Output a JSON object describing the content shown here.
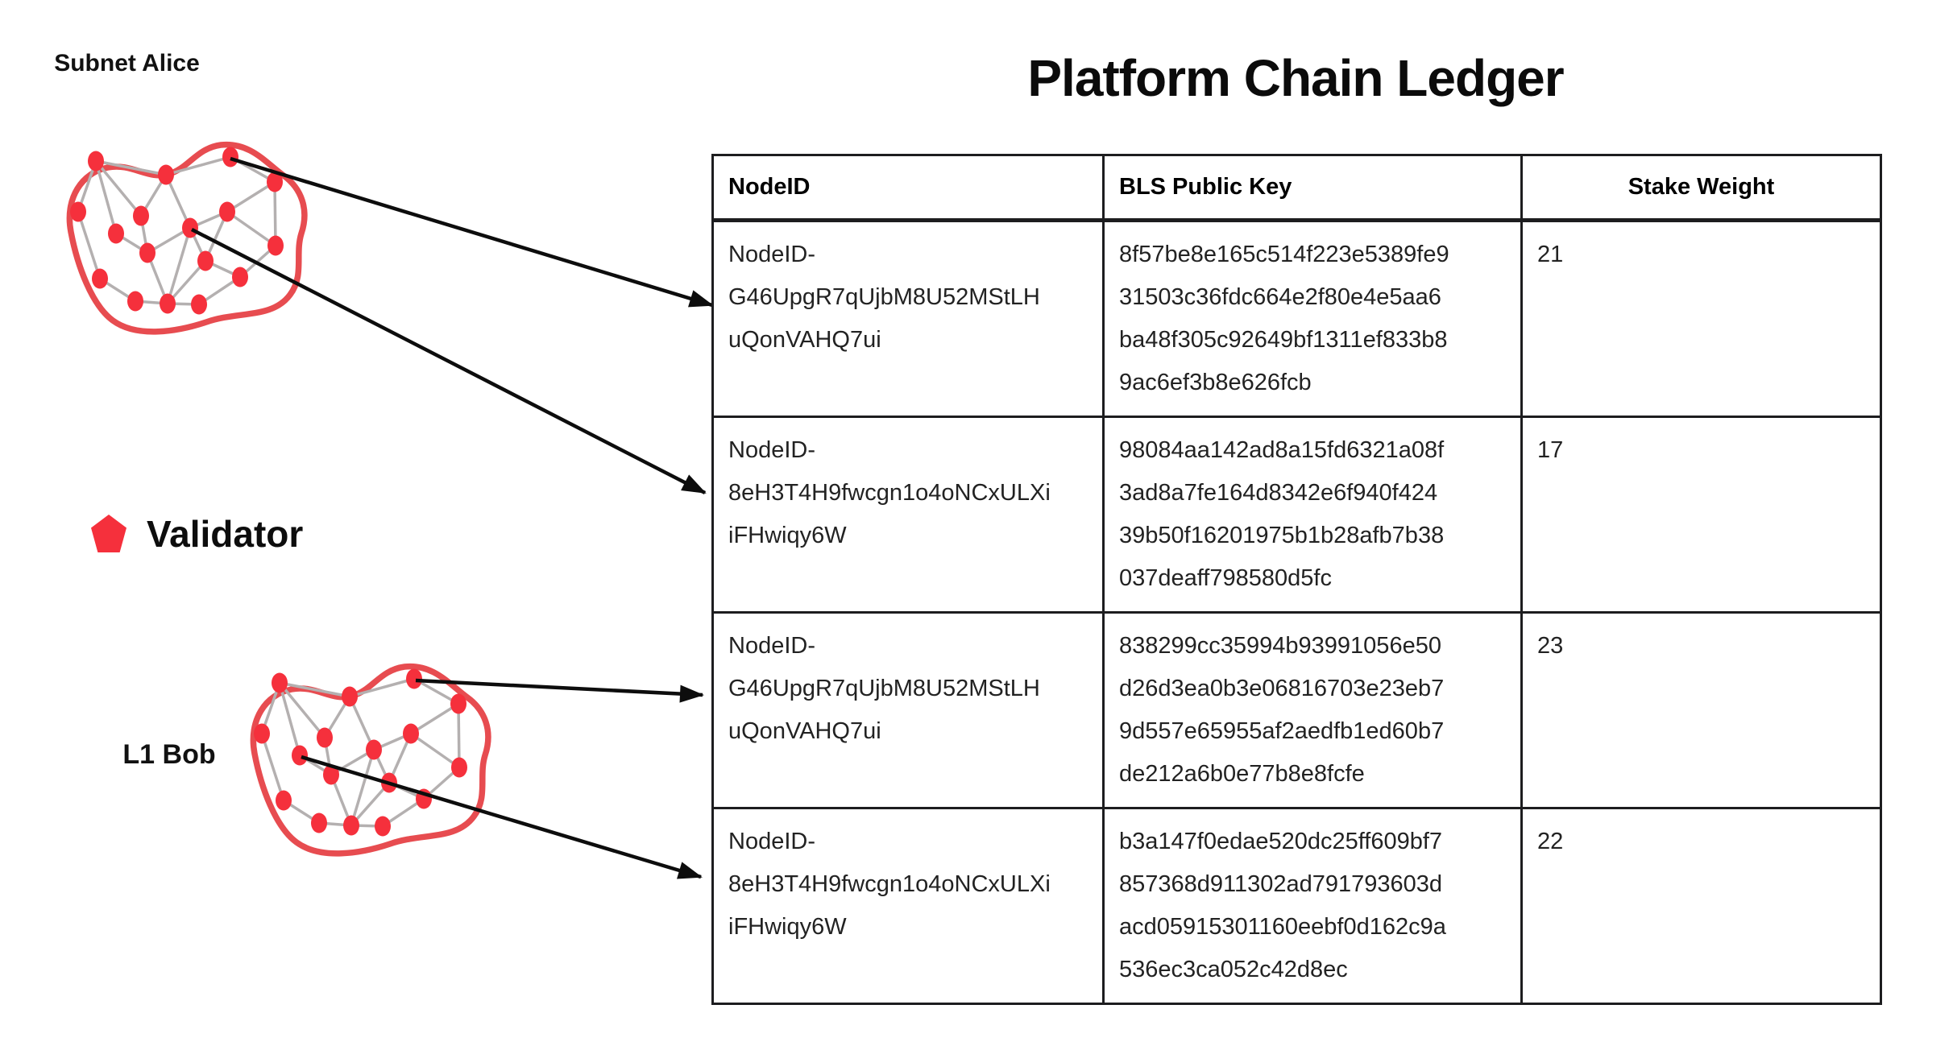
{
  "title": "Platform Chain Ledger",
  "left_panel": {
    "subnet_alice_label": "Subnet Alice",
    "l1_bob_label": "L1 Bob",
    "legend": {
      "label": "Validator",
      "icon": "pentagon-icon"
    },
    "subnet_node_count": 17
  },
  "table": {
    "columns": [
      "NodeID",
      "BLS Public Key",
      "Stake Weight"
    ],
    "rows": [
      {
        "node_id": "NodeID-G46UpgR7qUjbM8U52MStLHuQonVAHQ7ui",
        "bls_public_key": "8f57be8e165c514f223e5389fe931503c36fdc664e2f80e4e5aa6ba48f305c92649bf1311ef833b89ac6ef3b8e626fcb",
        "stake_weight": "21"
      },
      {
        "node_id": "NodeID-8eH3T4H9fwcgn1o4oNCxULXiiFHwiqy6W",
        "bls_public_key": "98084aa142ad8a15fd6321a08f3ad8a7fe164d8342e6f940f42439b50f16201975b1b28afb7b38037deaff798580d5fc",
        "stake_weight": "17"
      },
      {
        "node_id": "NodeID-G46UpgR7qUjbM8U52MStLHuQonVAHQ7ui",
        "bls_public_key": "838299cc35994b93991056e50d26d3ea0b3e06816703e23eb79d557e65955af2aedfb1ed60b7de212a6b0e77b8e8fcfe",
        "stake_weight": "23"
      },
      {
        "node_id": "NodeID-8eH3T4H9fwcgn1o4oNCxULXiiFHwiqy6W",
        "bls_public_key": "b3a147f0edae520dc25ff609bf7857368d911302ad791793603dacd05915301160eebf0d162c9a536ec3ca052c42d8ec",
        "stake_weight": "22"
      }
    ]
  },
  "colors": {
    "validator_red": "#f5303c",
    "boundary_red": "#e74c50",
    "edge_gray": "#b4b0b0",
    "arrow_black": "#0d0d0d"
  }
}
